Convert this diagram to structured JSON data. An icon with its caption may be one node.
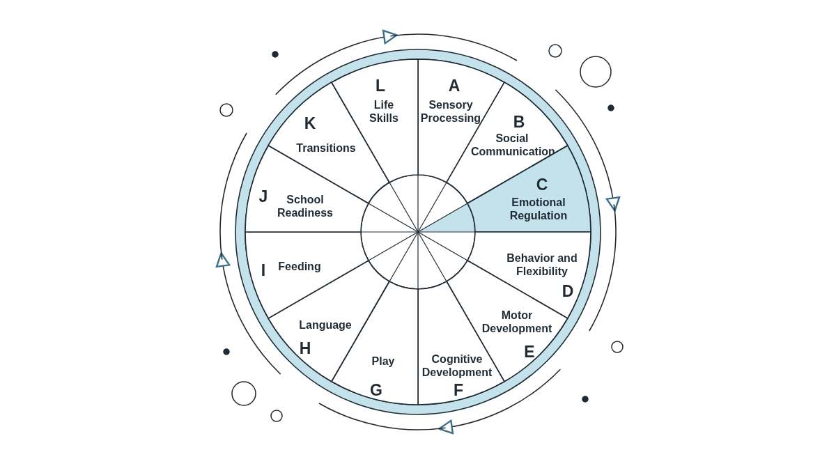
{
  "diagram": {
    "nodes": [
      {
        "text": [
          "A",
          "Sensory Processing"
        ]
      },
      {
        "text": [
          "B",
          "Social Communication"
        ]
      },
      {
        "text": [
          "C",
          "Emotional Regulation"
        ]
      },
      {
        "text": [
          "Behavior and Flexibility",
          "D"
        ]
      },
      {
        "text": [
          "Motor Development",
          "E"
        ]
      },
      {
        "text": [
          "Cognitive Development",
          "F"
        ]
      },
      {
        "text": [
          "Play",
          "G"
        ]
      },
      {
        "text": [
          "Language",
          "H"
        ]
      },
      {
        "text": [
          "I",
          "Feeding"
        ]
      },
      {
        "text": [
          "J",
          "School Readiness"
        ]
      },
      {
        "text": [
          "K",
          "Transitions"
        ]
      },
      {
        "text": [
          "L",
          "Life Skills"
        ]
      }
    ]
  }
}
